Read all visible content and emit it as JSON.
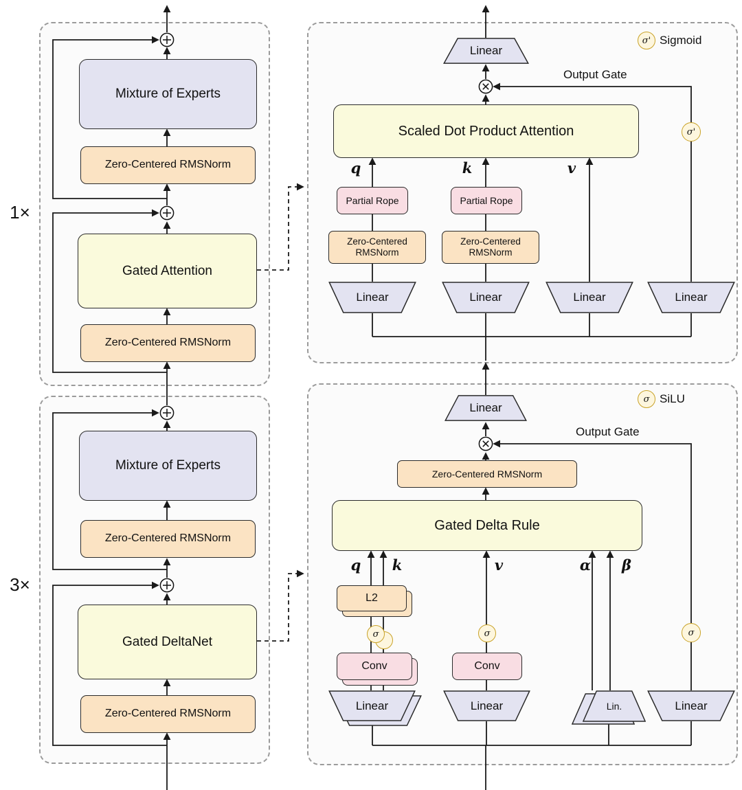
{
  "labels": {
    "moe": "Mixture of Experts",
    "zc_rmsnorm": "Zero-Centered RMSNorm",
    "gated_attention": "Gated Attention",
    "gated_deltanet": "Gated DeltaNet",
    "sdpa": "Scaled Dot Product Attention",
    "gated_delta_rule": "Gated Delta Rule",
    "partial_rope": "Partial Rope",
    "linear": "Linear",
    "conv": "Conv",
    "l2": "L2",
    "lin_abbrev": "Lin.",
    "output_gate": "Output Gate"
  },
  "repeats": {
    "attention_block": "1×",
    "deltanet_block": "3×"
  },
  "math": {
    "q": "q",
    "k": "k",
    "v": "v",
    "alpha": "α",
    "beta": "β"
  },
  "legend": {
    "sigmoid_symbol": "σ'",
    "sigmoid_label": "Sigmoid",
    "silu_symbol": "σ",
    "silu_label": "SiLU"
  },
  "colors": {
    "lavender": "#E3E3F1",
    "orange": "#FBE3C3",
    "yellow": "#FAFADC",
    "pink": "#F9DDE3",
    "gold": "#C9A227",
    "line": "#1a1a1a"
  }
}
